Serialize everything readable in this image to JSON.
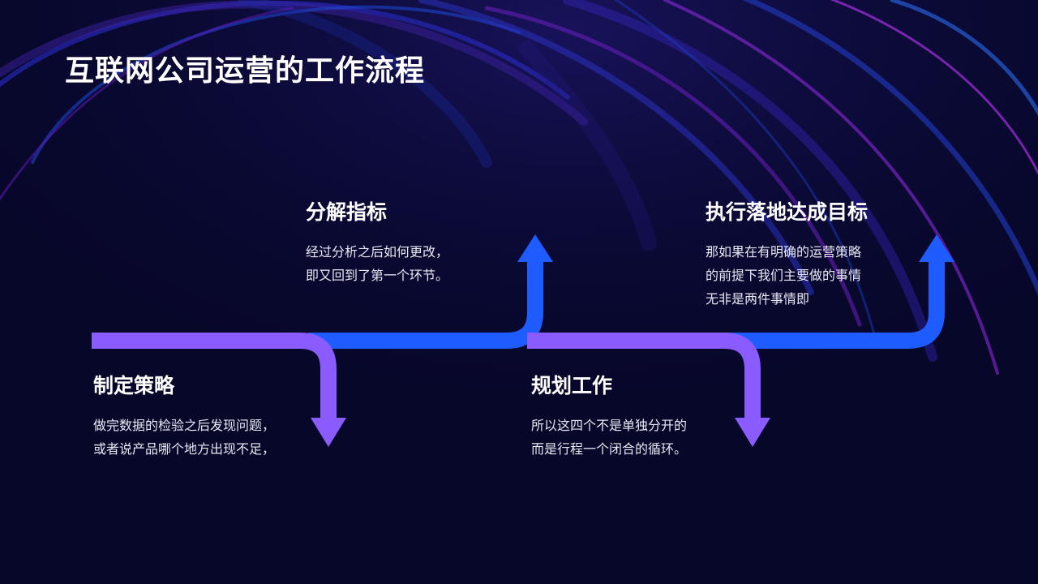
{
  "title": "互联网公司运营的工作流程",
  "colors": {
    "blue": "#1f5cff",
    "purple": "#8a5cff",
    "background": "#07072a"
  },
  "steps": [
    {
      "title": "制定策略",
      "lines": [
        "做完数据的检验之后发现问题，",
        "或者说产品哪个地方出现不足，"
      ]
    },
    {
      "title": "分解指标",
      "lines": [
        "经过分析之后如何更改，",
        "即又回到了第一个环节。"
      ]
    },
    {
      "title": "规划工作",
      "lines": [
        "所以这四个不是单独分开的",
        "而是行程一个闭合的循环。"
      ]
    },
    {
      "title": "执行落地达成目标",
      "lines": [
        "那如果在有明确的运营策略",
        "的前提下我们主要做的事情",
        "无非是两件事情即"
      ]
    }
  ]
}
